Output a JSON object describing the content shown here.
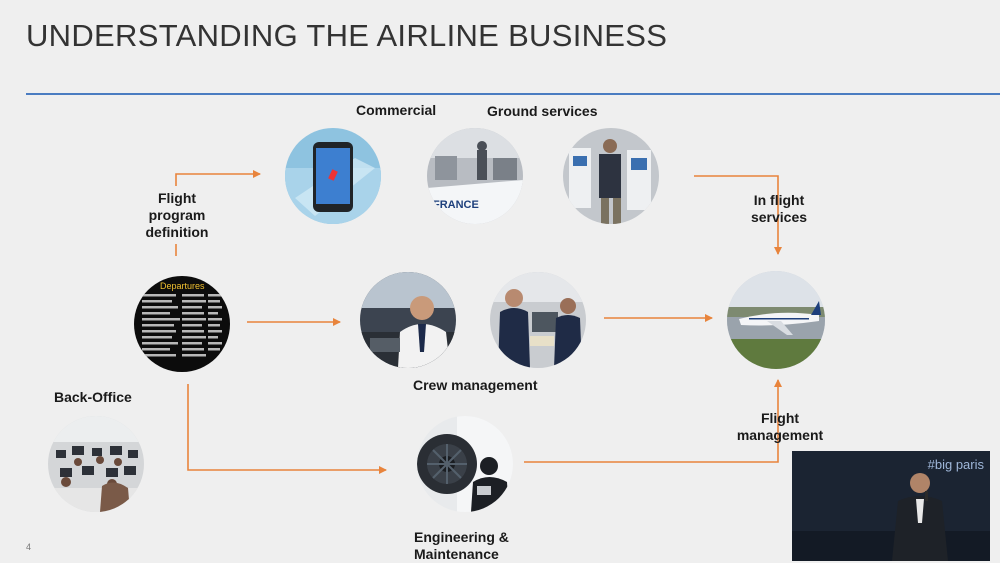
{
  "slide": {
    "title": "UNDERSTANDING THE AIRLINE BUSINESS",
    "page_number": "4"
  },
  "labels": {
    "commercial": "Commercial",
    "ground_services": "Ground services",
    "flight_program": "Flight\nprogram\ndefinition",
    "in_flight": "In flight\nservices",
    "crew_management": "Crew management",
    "back_office": "Back-Office",
    "flight_management": "Flight\nmanagement",
    "engineering": "Engineering &\nMaintenance"
  },
  "departures_board": {
    "header": "Departures"
  },
  "video_overlay": {
    "hashtag": "#big  paris"
  },
  "colors": {
    "accent_rule": "#4a7cc1",
    "arrow": "#e8843c",
    "background": "#efefef"
  }
}
